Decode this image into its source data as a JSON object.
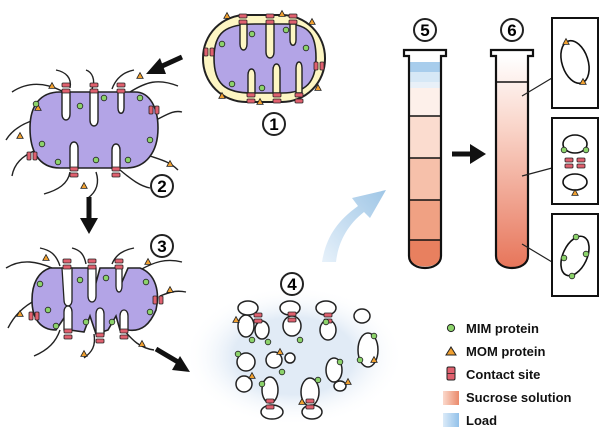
{
  "steps": {
    "s1": "1",
    "s2": "2",
    "s3": "3",
    "s4": "4",
    "s5": "5",
    "s6": "6"
  },
  "legend": {
    "mim": "MIM protein",
    "mom": "MOM protein",
    "contact": "Contact site",
    "sucrose": "Sucrose solution",
    "load": "Load"
  },
  "colors": {
    "matrix": "#b3a4e6",
    "ims": "#fdf6c3",
    "mim_protein": "#8cd36b",
    "mom_protein": "#f0a030",
    "contact_site": "#e0606e",
    "sucrose": "#e9896a",
    "load": "#9cc7ea"
  }
}
